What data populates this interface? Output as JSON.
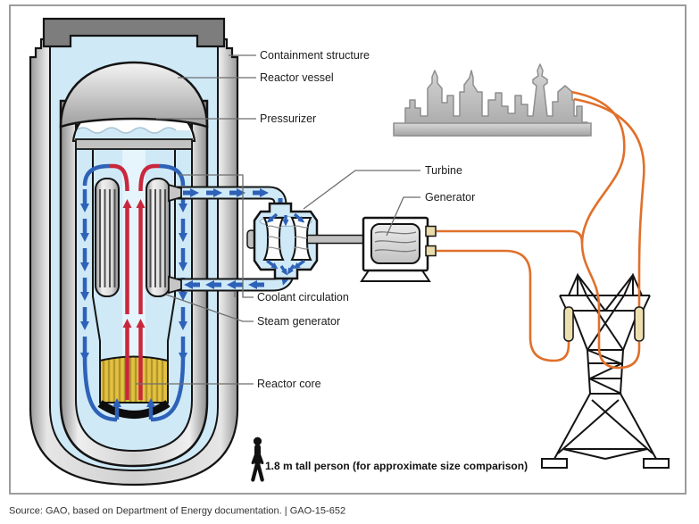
{
  "figure": {
    "type": "technical-diagram",
    "subject": "Nuclear power reactor and electricity generation",
    "labels": {
      "containment_structure": "Containment structure",
      "reactor_vessel": "Reactor vessel",
      "pressurizer": "Pressurizer",
      "turbine": "Turbine",
      "generator": "Generator",
      "coolant_circulation": "Coolant circulation",
      "steam_generator": "Steam generator",
      "reactor_core": "Reactor core"
    },
    "scale_note": "1.8 m tall person (for approximate size comparison)",
    "source_line": "Source: GAO, based on Department of Energy documentation.  |  GAO-15-652",
    "colors": {
      "coolant_blue": "#cfe9f7",
      "flow_arrow_blue": "#2e62b8",
      "hot_leg_red": "#c9273d",
      "core_yellow": "#e3c23f",
      "power_line_orange": "#e0702a",
      "structure_gray": "#c8c8c8",
      "containment_cap_gray": "#7d7d7d",
      "insulator_tan": "#ecdfae"
    }
  }
}
